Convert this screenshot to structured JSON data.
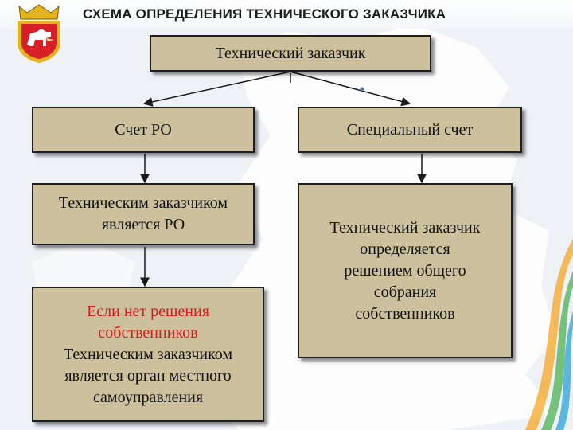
{
  "header": {
    "title": "СХЕМА ОПРЕДЕЛЕНИЯ ТЕХНИЧЕСКОГО ЗАКАЗЧИКА",
    "logo_icon": "chelyabinsk-coat-of-arms-icon"
  },
  "nodes": {
    "root": {
      "text": "Технический заказчик"
    },
    "left_top": {
      "text": "Счет РО"
    },
    "right_top": {
      "text": "Специальный счет"
    },
    "left_mid": {
      "lines": [
        "Техническим заказчиком",
        "является РО"
      ]
    },
    "left_bottom": {
      "highlight_lines": [
        "Если нет решения",
        "собственников"
      ],
      "lines": [
        "Техническим заказчиком",
        "является орган местного",
        "самоуправления"
      ]
    },
    "right_bottom": {
      "lines": [
        "Технический заказчик",
        "определяется",
        "решением общего",
        "собрания",
        "собственников"
      ]
    }
  },
  "colors": {
    "box_fill": "#cdc19d",
    "box_border": "#1e1e1e",
    "highlight_text": "#d8181a",
    "background": "#eef2f7",
    "map_silhouette": "#ffffff",
    "ribbon_accents": [
      "#f5a623",
      "#4caf50",
      "#29a3d8",
      "#e53935"
    ]
  }
}
